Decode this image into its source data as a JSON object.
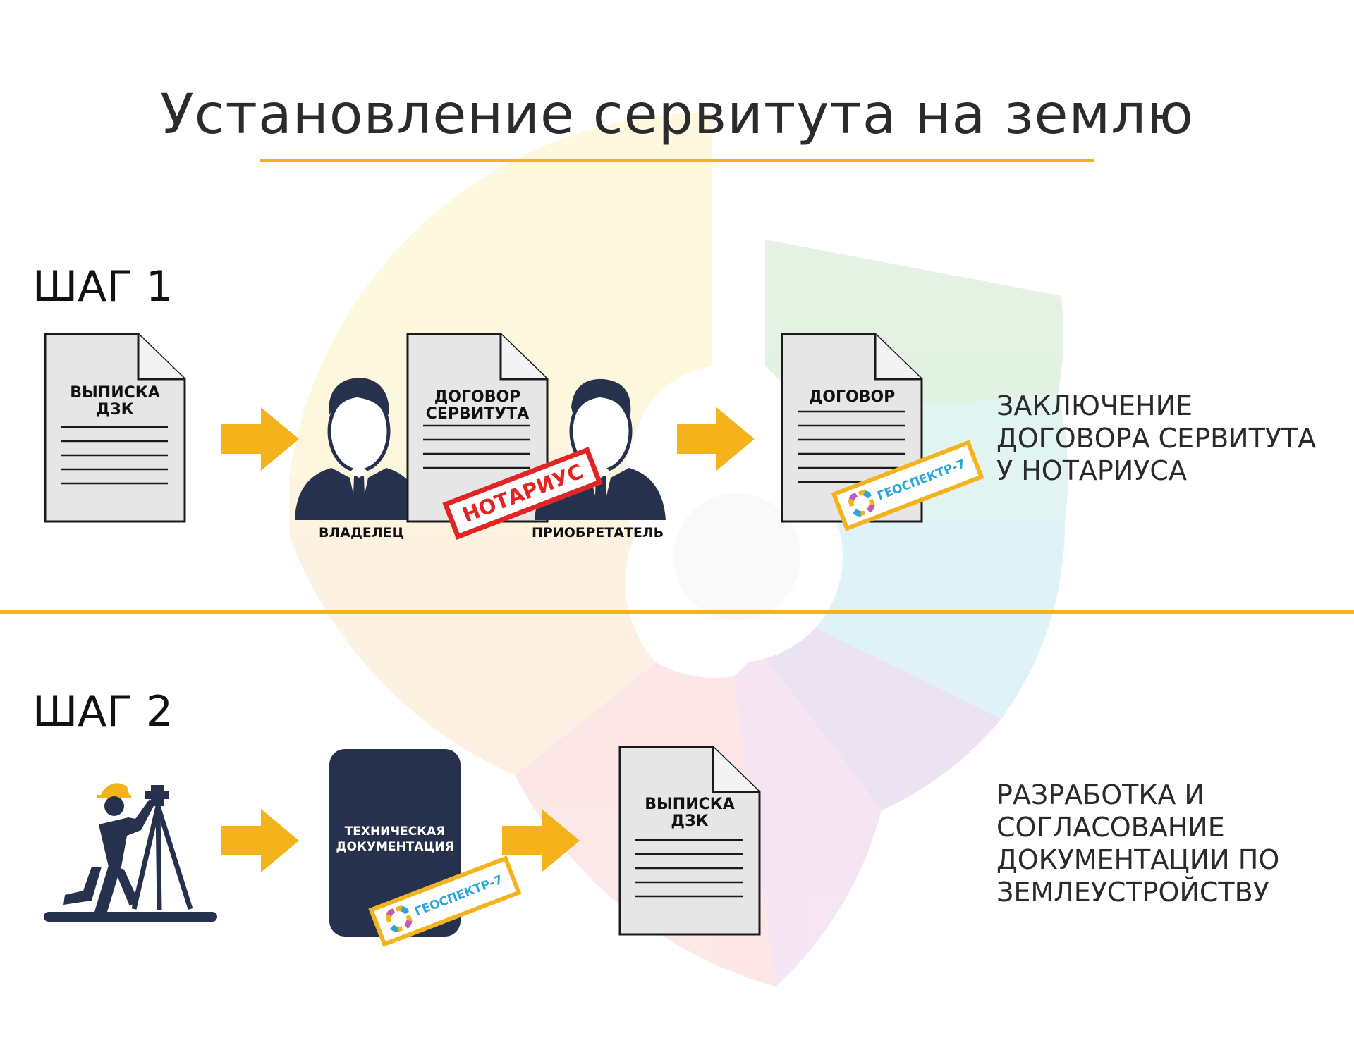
{
  "title": "Установление сервитута на землю",
  "colors": {
    "accent": "#f5b31b",
    "dark": "#26324d",
    "stamp_red": "#e32424",
    "stamp_blue": "#2aa6dc"
  },
  "steps": [
    {
      "label": "ШАГ 1",
      "documents": [
        {
          "label": "ВЫПИСКА\nДЗК"
        },
        {
          "label": "ДОГОВОР\nСЕРВИТУТА"
        },
        {
          "label": "ДОГОВОР"
        }
      ],
      "roles": {
        "owner": "ВЛАДЕЛЕЦ",
        "buyer": "ПРИОБРЕТАТЕЛЬ"
      },
      "stamps": {
        "notary": "НОТАРИУС",
        "company": "ГЕОСПЕКТР-7"
      },
      "description": [
        "ЗАКЛЮЧЕНИЕ",
        "ДОГОВОРА СЕРВИТУТА",
        "У НОТАРИУСА"
      ],
      "icons": [
        "document-icon",
        "owner-person-icon",
        "buyer-person-icon",
        "arrow-right-icon"
      ]
    },
    {
      "label": "ШАГ 2",
      "documents": [
        {
          "label": "ТЕХНИЧЕСКАЯ\nДОКУМЕНТАЦИЯ"
        },
        {
          "label": "ВЫПИСКА\nДЗК"
        }
      ],
      "stamps": {
        "company": "ГЕОСПЕКТР-7"
      },
      "description": [
        "РАЗРАБОТКА И",
        "СОГЛАСОВАНИЕ",
        "ДОКУМЕНТАЦИИ ПО",
        "ЗЕМЛЕУСТРОЙСТВУ"
      ],
      "icons": [
        "surveyor-icon",
        "tech-folder-icon",
        "document-icon",
        "arrow-right-icon"
      ]
    }
  ]
}
